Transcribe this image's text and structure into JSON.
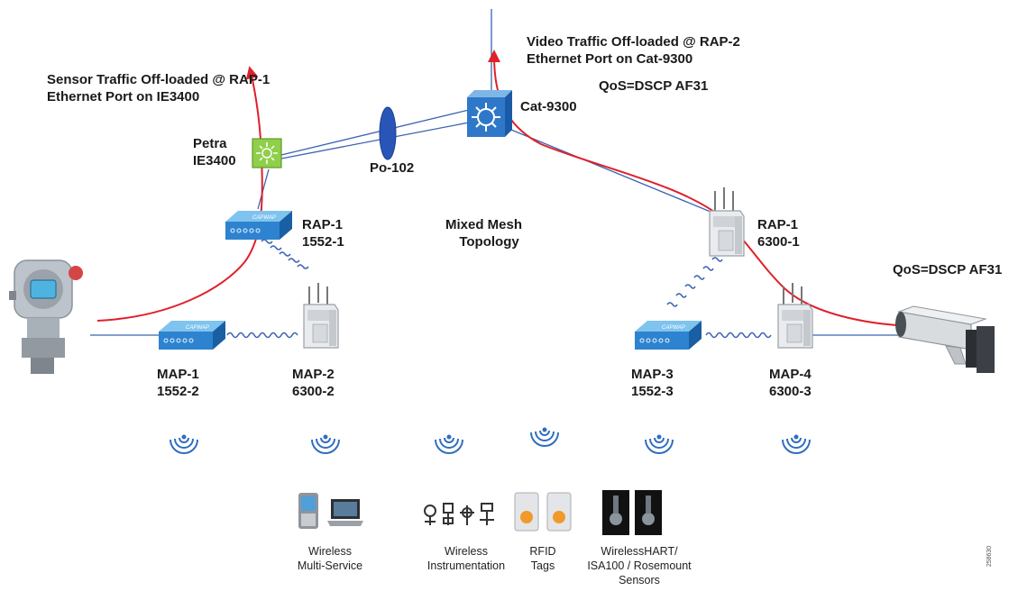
{
  "annotations": {
    "sensor_offload": [
      "Sensor Traffic Off-loaded @ RAP-1",
      "Ethernet Port on IE3400"
    ],
    "video_offload": [
      "Video Traffic Off-loaded @ RAP-2",
      "Ethernet Port on Cat-9300"
    ],
    "qos_top": "QoS=DSCP AF31",
    "qos_right": "QoS=DSCP AF31",
    "topology": [
      "Mixed Mesh",
      "Topology"
    ],
    "port_channel": "Po-102"
  },
  "nodes": {
    "switch_core": "Cat-9300",
    "switch_access": [
      "Petra",
      "IE3400"
    ],
    "rap_left": [
      "RAP-1",
      "1552-1"
    ],
    "rap_right": [
      "RAP-1",
      "6300-1"
    ],
    "map1": [
      "MAP-1",
      "1552-2"
    ],
    "map2": [
      "MAP-2",
      "6300-2"
    ],
    "map3": [
      "MAP-3",
      "1552-3"
    ],
    "map4": [
      "MAP-4",
      "6300-3"
    ]
  },
  "device_badge": "CAPWAP",
  "clients": [
    {
      "lines": [
        "Wireless",
        "Multi-Service"
      ]
    },
    {
      "lines": [
        "Wireless",
        "Instrumentation"
      ]
    },
    {
      "lines": [
        "RFID",
        "Tags"
      ]
    },
    {
      "lines": [
        "WirelessHART/",
        "ISA100 / Rosemount",
        "Sensors"
      ]
    }
  ],
  "figure_id": "258630",
  "colors": {
    "ethernet": "#3a63b0",
    "traffic": "#e0202a",
    "wireless": "#3a63b0",
    "device": "#2f78c9",
    "switch_access": "#8fcf4a"
  }
}
